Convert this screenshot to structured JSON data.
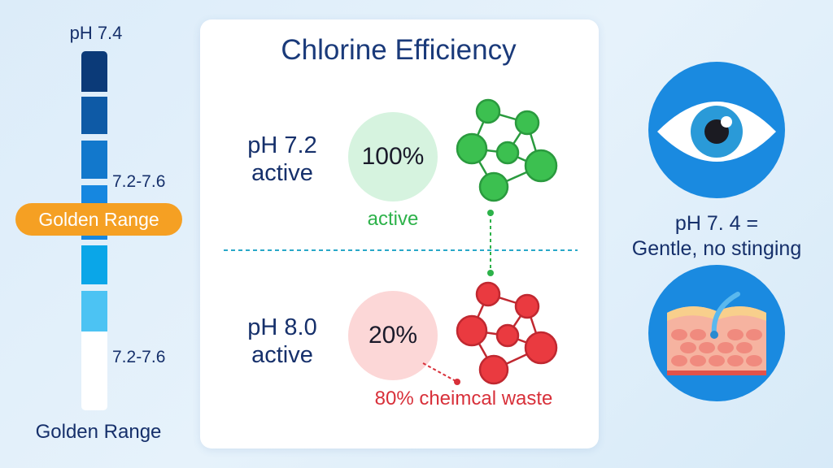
{
  "scale": {
    "top_label": "pH 7.4",
    "range_label_1": "7.2-7.6",
    "range_label_2": "7.2-7.6",
    "badge": "Golden Range",
    "bottom_label": "Golden Range",
    "colors": [
      "#0b3a78",
      "#0e5aa6",
      "#1278cc",
      "#1687e0",
      "#0aa6e8",
      "#4cc3f3",
      "#ffffff"
    ]
  },
  "card": {
    "title": "Chlorine Efficiency",
    "ph72": {
      "ph": "pH 7.2",
      "sub": "active",
      "percent": "100%",
      "note": "active"
    },
    "ph80": {
      "ph": "pH 8.0",
      "sub": "active",
      "percent": "20%",
      "note": "80% cheimcal waste"
    }
  },
  "right": {
    "line1": "pH 7. 4 =",
    "line2": "Gentle, no stinging"
  },
  "colors": {
    "navy": "#16306b",
    "green": "#2db24a",
    "red": "#d8303a",
    "orange": "#f5a023",
    "blue": "#1a8ae0"
  }
}
